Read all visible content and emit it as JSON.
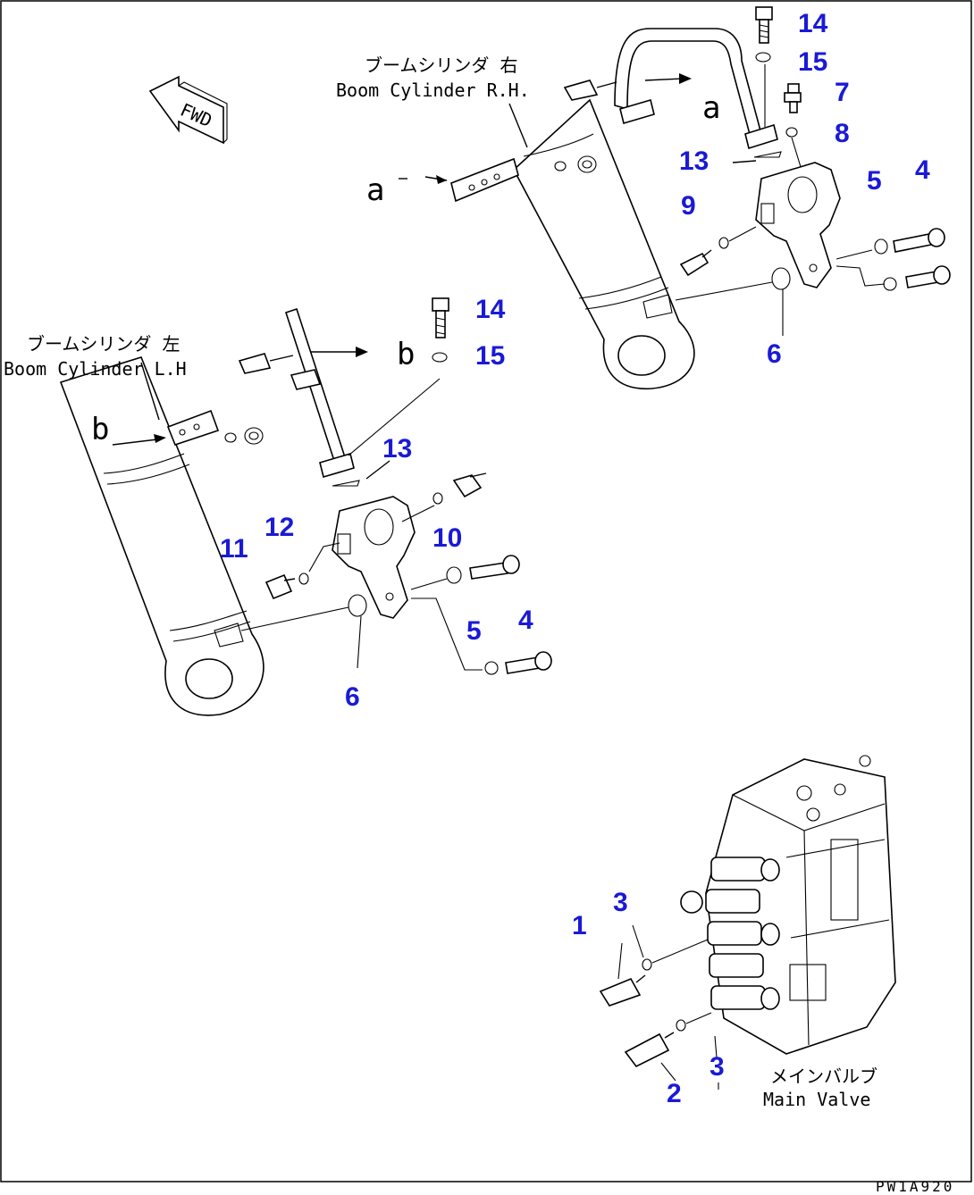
{
  "labels": {
    "boom_rh_jp": "ブームシリンダ 右",
    "boom_rh_en": "Boom Cylinder R.H.",
    "boom_lh_jp": "ブームシリンダ 左",
    "boom_lh_en": "Boom Cylinder L.H",
    "main_valve_jp": "メインバルブ",
    "main_valve_en": "Main Valve",
    "fwd": "FWD",
    "view_a": "a",
    "view_b": "b",
    "drawing_code": "PW1A920"
  },
  "callouts": {
    "rh": [
      "14",
      "15",
      "7",
      "8",
      "13",
      "9",
      "5",
      "4",
      "6"
    ],
    "lh": [
      "14",
      "15",
      "13",
      "10",
      "12",
      "11",
      "5",
      "4",
      "6"
    ],
    "valve": [
      "3",
      "1",
      "3",
      "2"
    ]
  },
  "colors": {
    "callout": "#1a1ad6",
    "line": "#000000",
    "frame": "#000000"
  }
}
